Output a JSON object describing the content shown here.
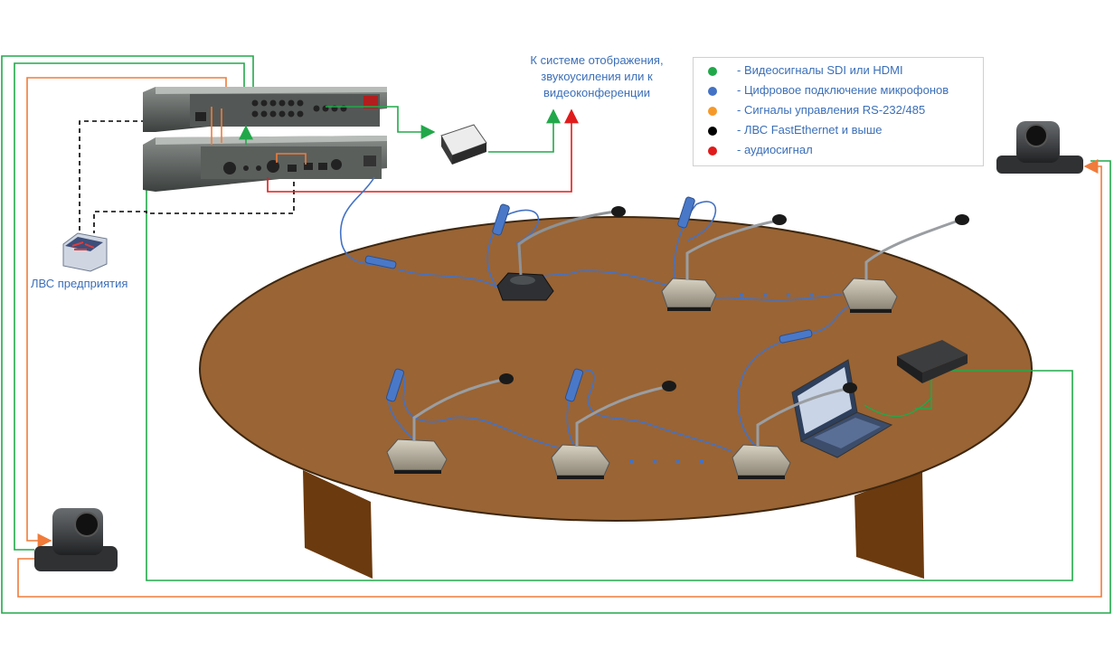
{
  "labels": {
    "output_system": "К системе отображения, звукоусиления или к видеоконференции",
    "enterprise_lan": "ЛВС предприятия"
  },
  "legend": [
    {
      "color": "#22a84a",
      "text": "- Видеосигналы SDI или HDMI"
    },
    {
      "color": "#4472c4",
      "text": "- Цифровое подключение микрофонов"
    },
    {
      "color": "#f59a2a",
      "text": "- Сигналы управления RS-232/485"
    },
    {
      "color": "#000000",
      "text": "- ЛВС FastEthernet и выше"
    },
    {
      "color": "#e01b1b",
      "text": "- аудиосигнал"
    }
  ],
  "colors": {
    "video": "#22a84a",
    "mic": "#4472c4",
    "control": "#f07b3a",
    "lan": "#000000",
    "audio": "#e01b1b",
    "table": "#9a6434",
    "table_legs": "#6b3a0e"
  }
}
